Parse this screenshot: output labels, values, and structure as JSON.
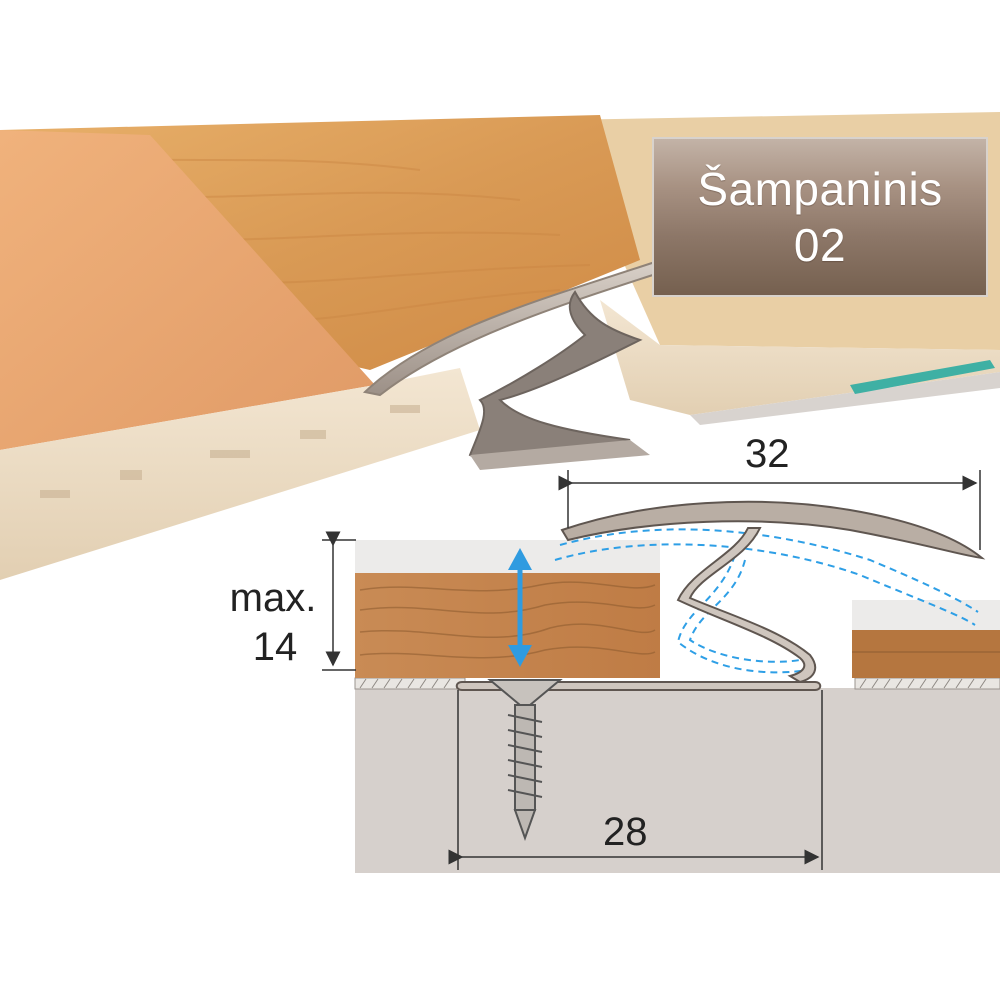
{
  "color_label": {
    "name": "Šampaninis",
    "code": "02"
  },
  "dimensions": {
    "top_width": "32",
    "base_width": "28",
    "height_prefix": "max.",
    "height_value": "14"
  },
  "colors": {
    "label_gradient_top": "#c3b3a7",
    "label_gradient_bottom": "#75604f",
    "wood_plank": "#c9894f",
    "profile_metal": "#b9aea4",
    "arrow_blue": "#2f9be0",
    "subfloor": "#d6d0cc"
  }
}
